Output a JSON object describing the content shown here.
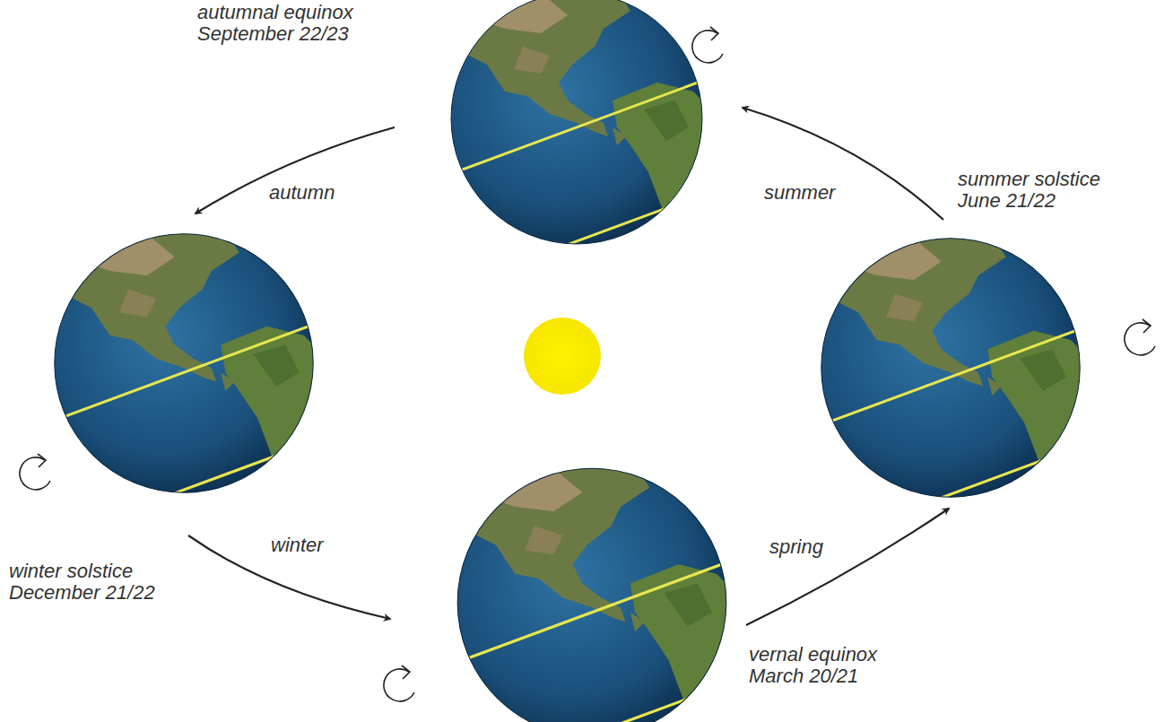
{
  "diagram": {
    "labels": [
      "autumnal equinox September 22/23",
      "autumn",
      "summer",
      "summer solstice June 21/22",
      "winter",
      "winter solstice December 21/22",
      "spring",
      "vernal equinox March 20/21"
    ]
  }
}
